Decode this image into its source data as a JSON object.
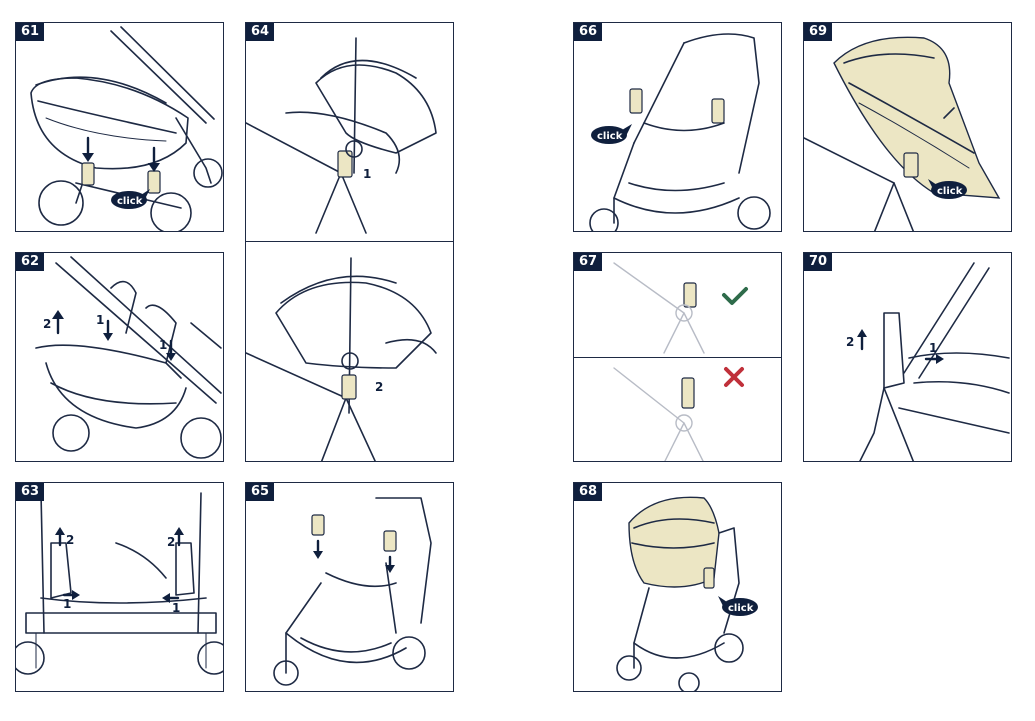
{
  "panels": [
    {
      "step": "61",
      "callouts": [],
      "click_label": "click"
    },
    {
      "step": "62",
      "callouts": [
        "2",
        "1",
        "1"
      ]
    },
    {
      "step": "63",
      "callouts": [
        "2",
        "2",
        "1",
        "1"
      ]
    },
    {
      "step": "64",
      "callouts": [
        "1",
        "2"
      ]
    },
    {
      "step": "65",
      "callouts": []
    },
    {
      "step": "66",
      "click_label": "click"
    },
    {
      "step": "67",
      "marks": [
        "check",
        "cross"
      ]
    },
    {
      "step": "68",
      "click_label": "click"
    },
    {
      "step": "69",
      "click_label": "click"
    },
    {
      "step": "70",
      "callouts": [
        "2",
        "1"
      ]
    }
  ],
  "colors": {
    "badge": "#0f1f3d",
    "line": "#1e2a44",
    "beige_fill": "#ece6c4",
    "check": "#2e6b4a",
    "cross": "#c0303a"
  },
  "icons": [
    "down-arrow-icon",
    "up-arrow-icon",
    "right-arrow-icon",
    "left-arrow-icon",
    "check-icon",
    "cross-icon"
  ]
}
